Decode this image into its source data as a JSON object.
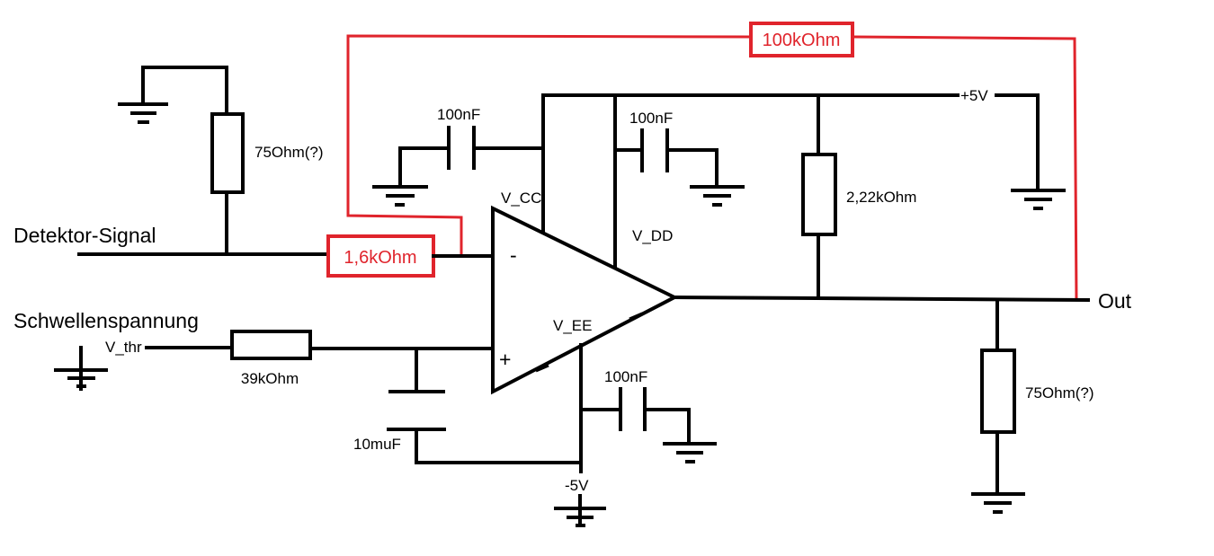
{
  "signals": {
    "detector": "Detektor-Signal",
    "threshold": "Schwellenspannung",
    "v_thr": "V_thr",
    "output": "Out"
  },
  "supplies": {
    "pos": "+5V",
    "neg": "-5V",
    "vcc": "V_CC",
    "vdd": "V_DD",
    "vee": "V_EE"
  },
  "opamp": {
    "minus": "-",
    "plus": "+"
  },
  "components": {
    "r_in_term": "75Ohm(?)",
    "r_in": "1,6kOhm",
    "r_feedback": "100kOhm",
    "r_thr": "39kOhm",
    "c_thr": "10muF",
    "c_vcc": "100nF",
    "c_vdd": "100nF",
    "c_vee": "100nF",
    "r_pullup": "2,22kOhm",
    "r_out_term": "75Ohm(?)"
  },
  "colors": {
    "wire": "#000000",
    "highlight": "#e0242c"
  }
}
